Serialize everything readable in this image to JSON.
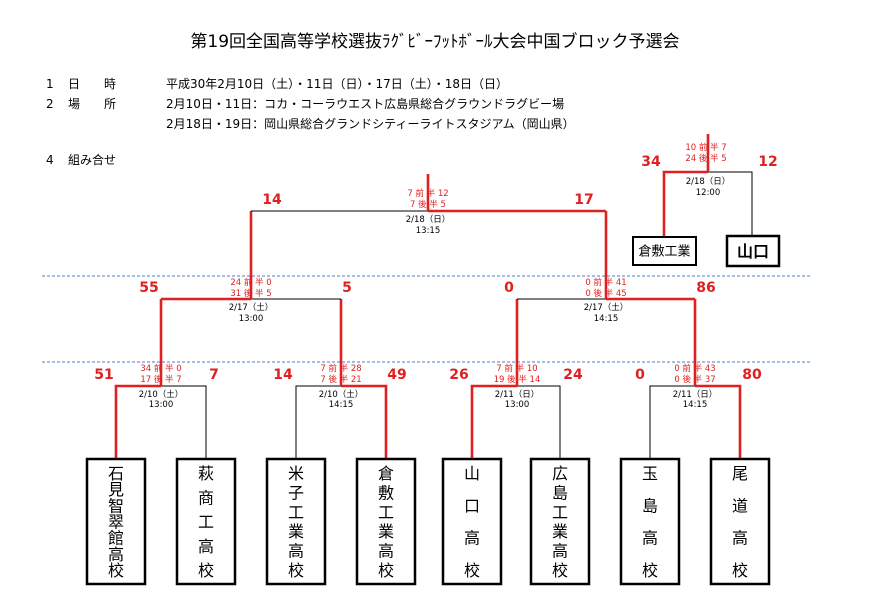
{
  "title": "第19回全国高等学校選抜ﾗｸﾞﾋﾞｰﾌｯﾄﾎﾞｰﾙ大会中国ブロック予選会",
  "info": {
    "row1_num": "1",
    "row1_label": "日　　時",
    "row1_text": "平成30年2月10日（土）・11日（日）・17日（土）・18日（日）",
    "row2_num": "2",
    "row2_label": "場　　所",
    "row2_text_a": "2月10日・11日：コカ・コーラウエスト広島県総合グラウンドラグビー場",
    "row2_text_b": "2月18日・19日：岡山県総合グランドシティーライトスタジアム（岡山県）",
    "row4_num": "4",
    "row4_label": "組み合せ"
  },
  "teams": [
    {
      "name": "石見智翠館高校",
      "color": "#e02020"
    },
    {
      "name": "萩商工高校",
      "color": "#000000"
    },
    {
      "name": "米子工業高校",
      "color": "#000000"
    },
    {
      "name": "倉敷工業高校",
      "color": "#e02020"
    },
    {
      "name": "山口高校",
      "color": "#e02020"
    },
    {
      "name": "広島工業高校",
      "color": "#000000"
    },
    {
      "name": "玉島高校",
      "color": "#000000"
    },
    {
      "name": "尾道高校",
      "color": "#e02020"
    }
  ],
  "final_teams": [
    {
      "name": "倉敷工業",
      "color": "#e02020"
    },
    {
      "name": "山口",
      "color": "#000000"
    }
  ],
  "matches": {
    "r1a": {
      "left": "51",
      "right": "7",
      "half1": "34 前 半 0",
      "half2": "17 後 半 7",
      "date": "2/10（土）",
      "time": "13:00"
    },
    "r1b": {
      "left": "14",
      "right": "49",
      "half1": "7 前 半 28",
      "half2": "7 後 半 21",
      "date": "2/10（土）",
      "time": "14:15"
    },
    "r1c": {
      "left": "26",
      "right": "24",
      "half1": "7 前 半 10",
      "half2": "19 後 半 14",
      "date": "2/11（日）",
      "time": "13:00"
    },
    "r1d": {
      "left": "0",
      "right": "80",
      "half1": "0 前 半 43",
      "half2": "0 後 半 37",
      "date": "2/11（日）",
      "time": "14:15"
    },
    "sf1": {
      "left": "55",
      "right": "5",
      "half1": "24 前 半 0",
      "half2": "31 後 半 5",
      "date": "2/17（土）",
      "time": "13:00"
    },
    "sf2": {
      "left": "0",
      "right": "86",
      "half1": "0 前 半 41",
      "half2": "0 後 半 45",
      "date": "2/17（土）",
      "time": "14:15"
    },
    "final": {
      "left": "14",
      "right": "17",
      "half1": "7 前 半 12",
      "half2": "7 後 半 5",
      "date": "2/18（日）",
      "time": "13:15"
    },
    "third": {
      "left": "34",
      "right": "12",
      "half1": "10 前 半 7",
      "half2": "24 後 半 5",
      "date": "2/18（日）",
      "time": "12:00"
    }
  },
  "colors": {
    "win": "#e02020",
    "line": "#000000",
    "dash": "#4a7fc0"
  }
}
